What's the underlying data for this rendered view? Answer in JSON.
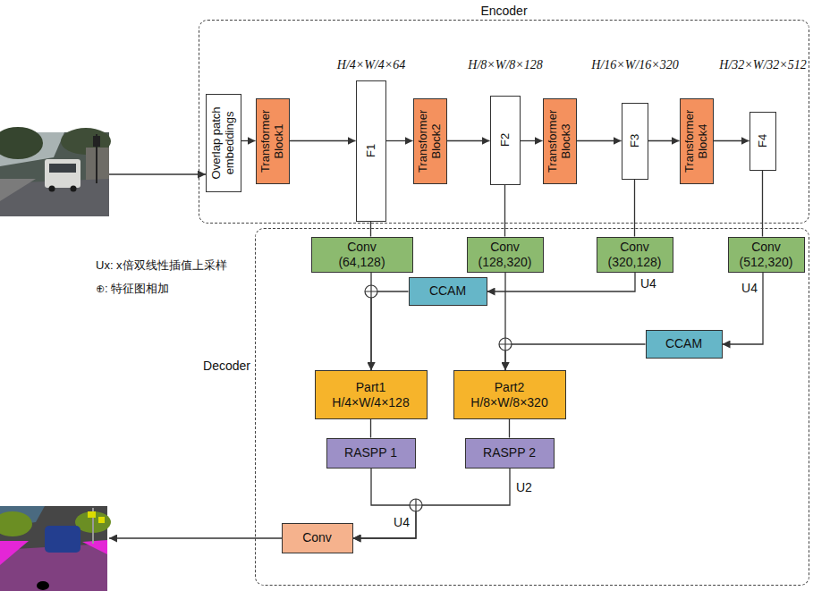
{
  "diagram": {
    "nodes": [
      {
        "text": [
          "Encoder"
        ]
      },
      {
        "text": [
          "Overlap patch embeddings"
        ],
        "in": 0
      },
      {
        "text": [
          "Transformer Block1"
        ],
        "in": 0
      },
      {
        "text": [
          "F1"
        ],
        "in": 0
      },
      {
        "text": [
          "Transformer Block2"
        ],
        "in": 0
      },
      {
        "text": [
          "F2"
        ],
        "in": 0
      },
      {
        "text": [
          "Transformer Block3"
        ],
        "in": 0
      },
      {
        "text": [
          "F3"
        ],
        "in": 0
      },
      {
        "text": [
          "Transformer Block4"
        ],
        "in": 0
      },
      {
        "text": [
          "F4"
        ],
        "in": 0
      },
      {
        "text": [
          "Decoder"
        ]
      },
      {
        "text": [
          "Conv",
          "(64,128)"
        ],
        "in": 10
      },
      {
        "text": [
          "Conv",
          "(128,320)"
        ],
        "in": 10
      },
      {
        "text": [
          "Conv",
          "(320,128)"
        ],
        "in": 10
      },
      {
        "text": [
          "Conv",
          "(512,320)"
        ],
        "in": 10
      },
      {
        "text": [
          "CCAM"
        ],
        "in": 10
      },
      {
        "text": [
          "CCAM"
        ],
        "in": 10
      },
      {
        "text": [
          "Part1",
          "H/4×W/4×128"
        ],
        "in": 10
      },
      {
        "text": [
          "Part2",
          "H/8×W/8×320"
        ],
        "in": 10
      },
      {
        "text": [
          "RASPP 1"
        ],
        "in": 10
      },
      {
        "text": [
          "RASPP 2"
        ],
        "in": 10
      },
      {
        "text": [
          "Conv"
        ],
        "in": 10
      }
    ],
    "edges": [
      {
        "from": 1,
        "to": 2,
        "arrow": "to"
      },
      {
        "from": 2,
        "to": 3,
        "arrow": "to"
      },
      {
        "from": 3,
        "to": 4,
        "arrow": "to"
      },
      {
        "from": 4,
        "to": 5,
        "arrow": "to"
      },
      {
        "from": 5,
        "to": 6,
        "arrow": "to"
      },
      {
        "from": 6,
        "to": 7,
        "arrow": "to"
      },
      {
        "from": 7,
        "to": 8,
        "arrow": "to"
      },
      {
        "from": 8,
        "to": 9,
        "arrow": "to"
      },
      {
        "from": 3,
        "to": 11,
        "arrow": "none"
      },
      {
        "from": 5,
        "to": 12,
        "arrow": "none"
      },
      {
        "from": 7,
        "to": 13,
        "arrow": "none"
      },
      {
        "from": 9,
        "to": 14,
        "arrow": "none"
      },
      {
        "from": 13,
        "to": 15,
        "arrow": "to"
      },
      {
        "from": 14,
        "to": 16,
        "arrow": "to"
      },
      {
        "from": 11,
        "to": 17,
        "arrow": "to"
      },
      {
        "from": 15,
        "to": 17,
        "arrow": "to"
      },
      {
        "from": 12,
        "to": 18,
        "arrow": "to"
      },
      {
        "from": 16,
        "to": 18,
        "arrow": "to"
      },
      {
        "from": 17,
        "to": 19,
        "arrow": "none"
      },
      {
        "from": 18,
        "to": 20,
        "arrow": "none"
      },
      {
        "from": 19,
        "to": 21,
        "arrow": "to"
      },
      {
        "from": 20,
        "to": 21,
        "arrow": "to"
      }
    ],
    "labels": [
      "H/4×W/4×64",
      "H/8×W/8×128",
      "H/16×W/16×320",
      "H/32×W/32×512",
      "U4",
      "U4",
      "U2",
      "U4",
      "Ux: x倍双线性插值上采样",
      "⊕: 特征图相加"
    ]
  }
}
